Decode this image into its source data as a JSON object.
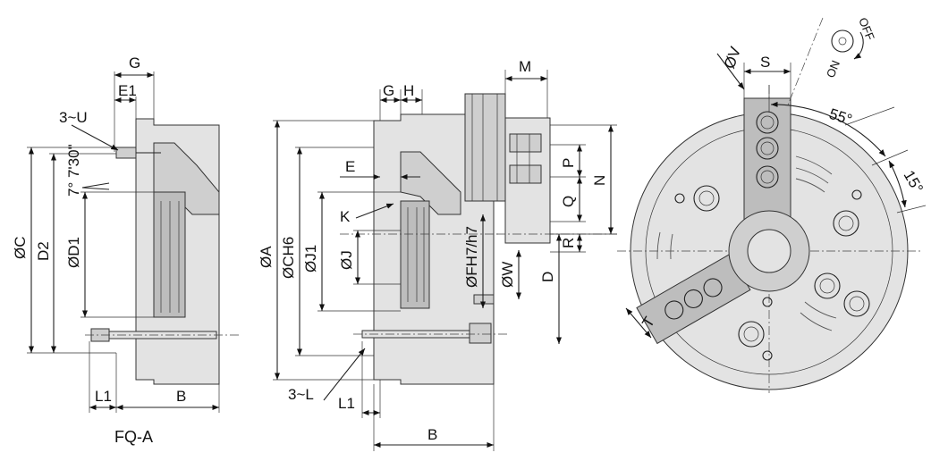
{
  "caption": "FQ-A",
  "left_view": {
    "labels": {
      "G": "G",
      "E1": "E1",
      "U": "3~U",
      "angle": "7° 7'30\"",
      "C": "ØC",
      "D2": "D2",
      "D1": "ØD1",
      "L1": "L1",
      "B": "B"
    }
  },
  "middle_view": {
    "labels": {
      "G": "G",
      "H": "H",
      "M": "M",
      "E": "E",
      "K": "K",
      "A": "ØA",
      "C": "ØCH6",
      "J1": "ØJ1",
      "J": "ØJ",
      "F": "ØFH7/h7",
      "W": "ØW",
      "D": "D",
      "P": "P",
      "Q": "Q",
      "N": "N",
      "R": "R",
      "L": "3~L",
      "L1": "L1",
      "B": "B"
    }
  },
  "right_view": {
    "labels": {
      "V": "ØV",
      "S": "S",
      "OFF": "OFF",
      "ON": "ON",
      "angle1": "55°",
      "angle2": "15°",
      "T": "T"
    }
  }
}
